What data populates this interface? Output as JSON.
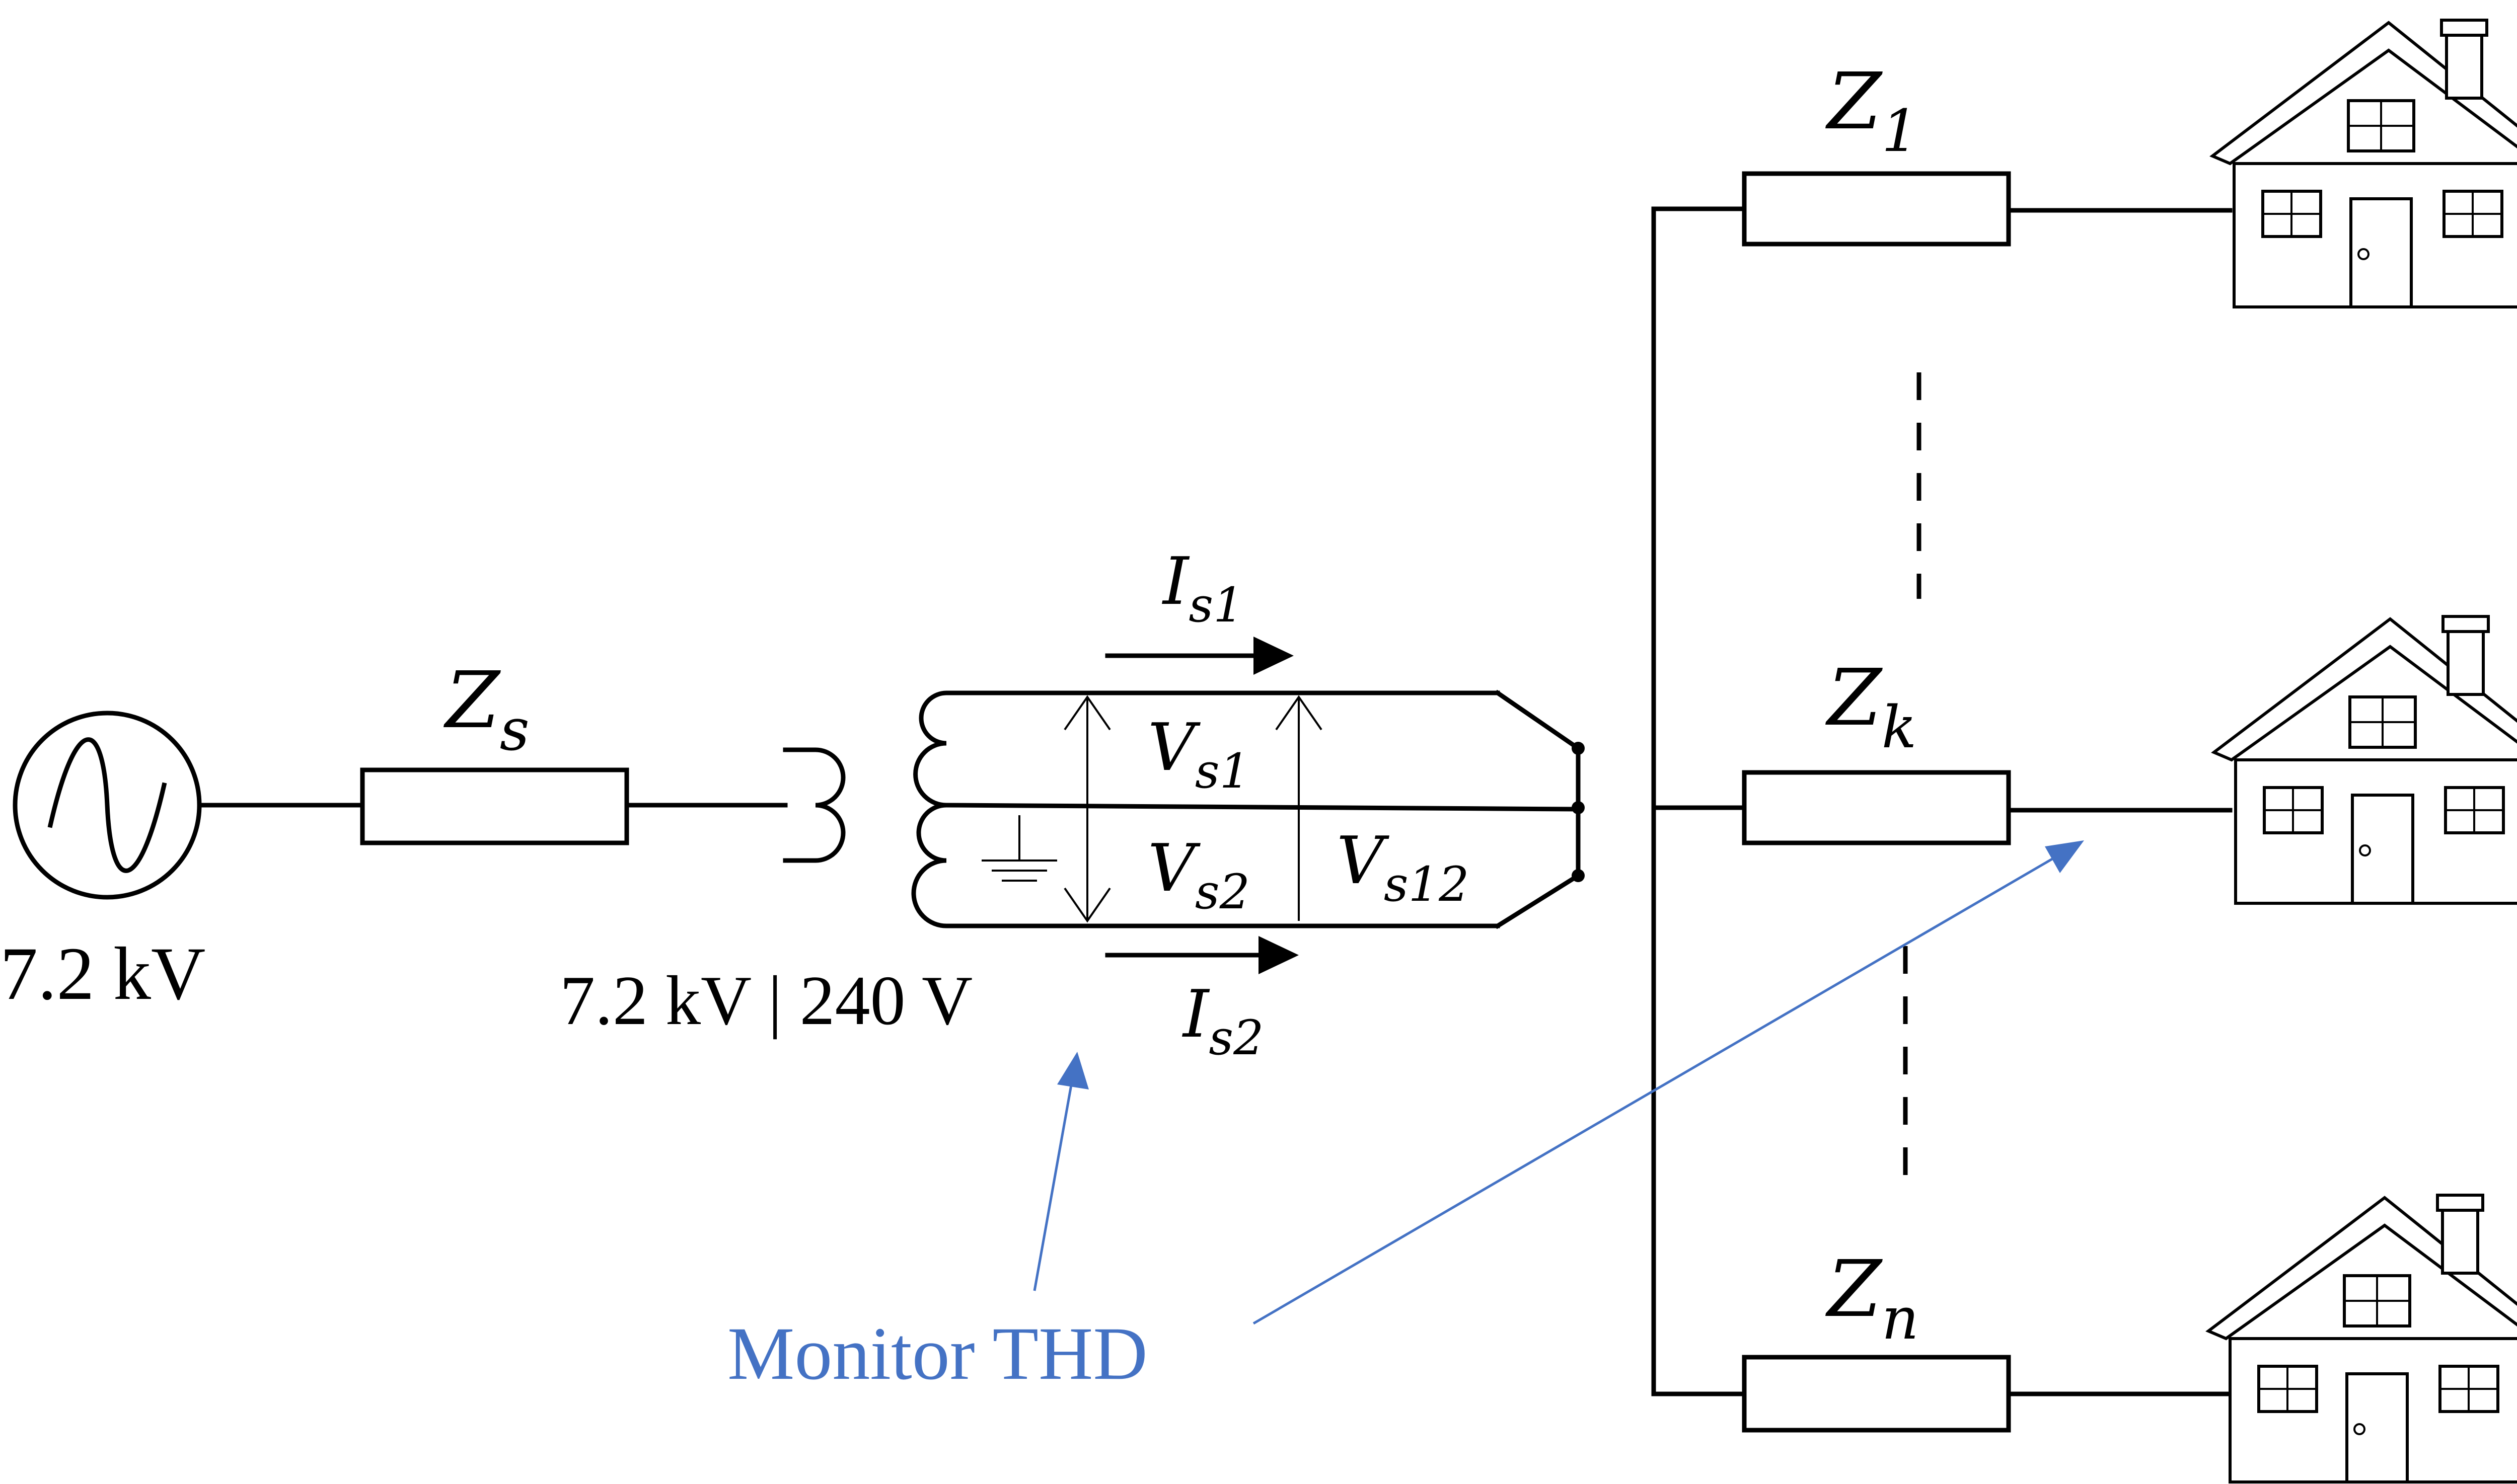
{
  "source": {
    "label": "7.2 kV"
  },
  "source_impedance": {
    "label": "Z",
    "sub": "s"
  },
  "transformer": {
    "rating": "7.2 kV | 240 V"
  },
  "secondary": {
    "current_1": {
      "label": "I",
      "sub": "s1"
    },
    "current_2": {
      "label": "I",
      "sub": "s2"
    },
    "voltage_1": {
      "label": "V",
      "sub": "s1"
    },
    "voltage_2": {
      "label": "V",
      "sub": "s2"
    },
    "voltage_12": {
      "label": "V",
      "sub": "s12"
    }
  },
  "loads": [
    {
      "label": "Z",
      "sub": "1"
    },
    {
      "label": "Z",
      "sub": "k"
    },
    {
      "label": "Z",
      "sub": "n"
    }
  ],
  "annotation": {
    "text": "Monitor THD",
    "color": "#4472c4"
  }
}
